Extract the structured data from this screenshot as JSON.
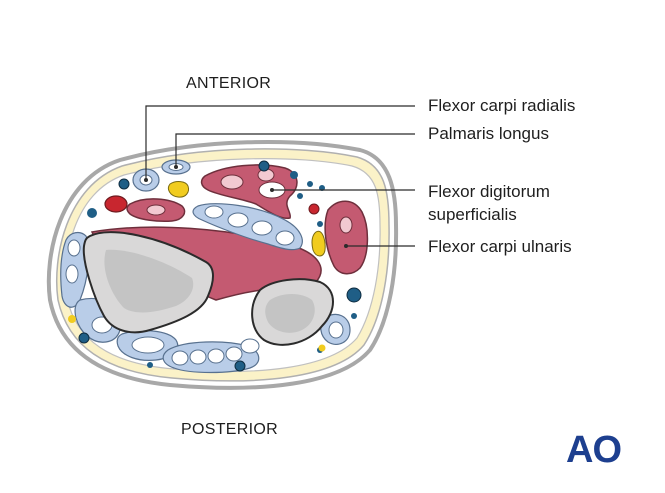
{
  "orientation": {
    "anterior": "ANTERIOR",
    "posterior": "POSTERIOR"
  },
  "labels": {
    "flexor_carpi_radialis": "Flexor carpi radialis",
    "palmaris_longus": "Palmaris longus",
    "flexor_digitorum_line1": "Flexor digitorum",
    "flexor_digitorum_line2": "superficialis",
    "flexor_carpi_ulnaris": "Flexor carpi ulnaris"
  },
  "logo": {
    "text": "AO",
    "color": "#1d3f8f"
  },
  "colors": {
    "skin_outline": "#a8a8a8",
    "fat_layer": "#fbf2c8",
    "muscle": "#c45a71",
    "muscle_light": "#f2c9d1",
    "tendon_sheath": "#b9cde8",
    "bone": "#d9d8d8",
    "marrow": "#c4c4c4",
    "vein": "#1f5e86",
    "artery": "#c8262f",
    "nerve": "#f1cc1f"
  }
}
